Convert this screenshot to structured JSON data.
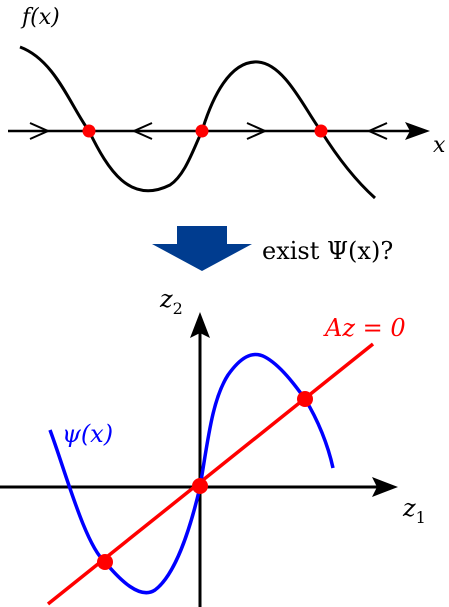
{
  "top_plot": {
    "function_label": "f(x)",
    "axis_label": "x",
    "colors": {
      "curve": "#000000",
      "axis": "#000000",
      "fixed_point": "#ff0000"
    }
  },
  "transition": {
    "question": "exist Ψ(x)?",
    "arrow_color": "#003c8f"
  },
  "bottom_plot": {
    "z1_label": "z",
    "z1_subscript": "1",
    "z2_label": "z",
    "z2_subscript": "2",
    "line_label": "Az = 0",
    "curve_label": "ψ(x)",
    "colors": {
      "line": "#ff0000",
      "curve": "#0000ff",
      "axis": "#000000",
      "intersection": "#ff0000"
    }
  }
}
